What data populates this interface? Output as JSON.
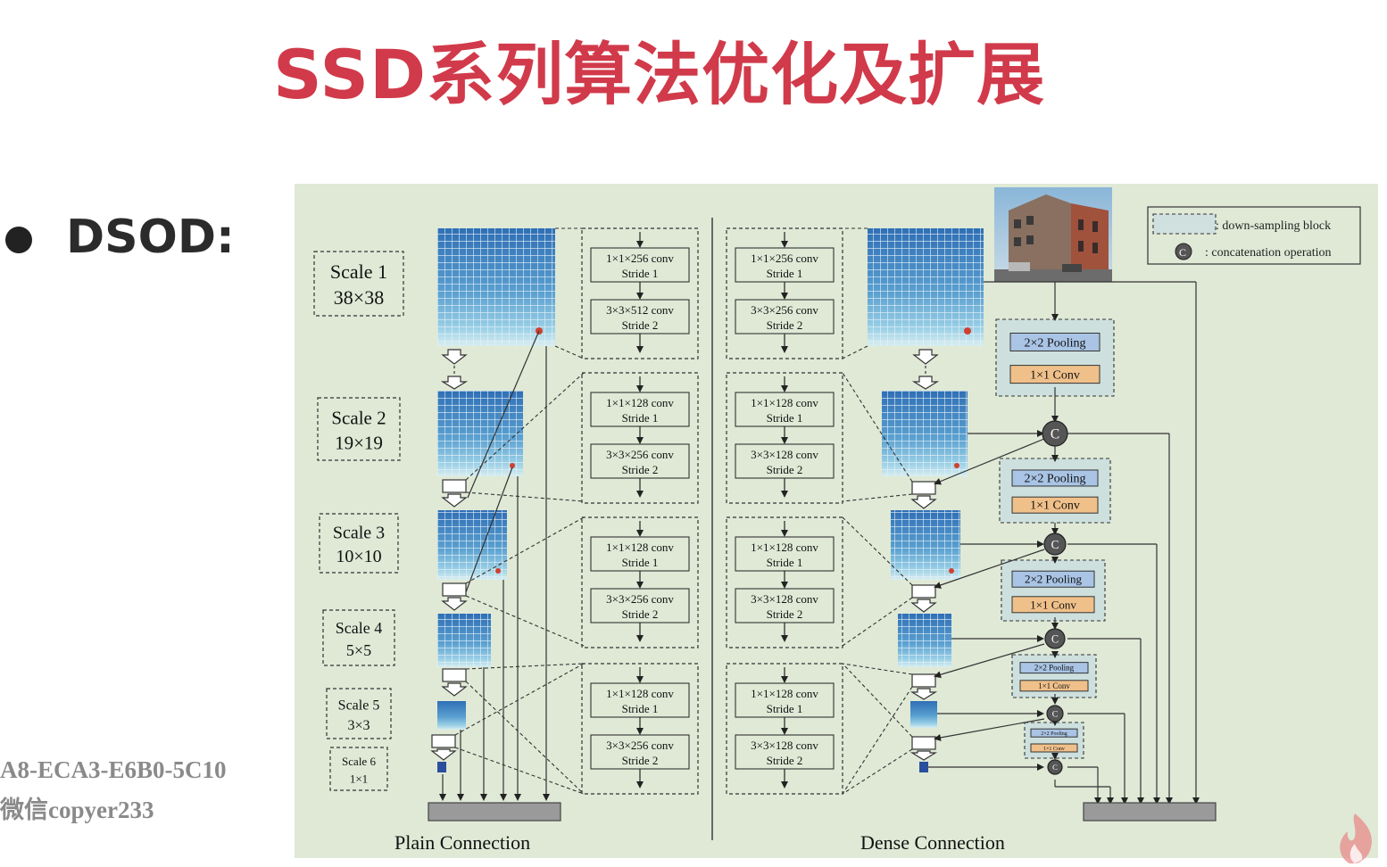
{
  "slide": {
    "title": "SSD系列算法优化及扩展",
    "bullet_label": "DSOD:",
    "watermark_line1": "A8-ECA3-E6B0-5C10",
    "watermark_line2": "微信copyer233"
  },
  "diagram": {
    "scales": [
      {
        "name": "Scale 1",
        "size": "38×38"
      },
      {
        "name": "Scale 2",
        "size": "19×19"
      },
      {
        "name": "Scale 3",
        "size": "10×10"
      },
      {
        "name": "Scale 4",
        "size": "5×5"
      },
      {
        "name": "Scale 5",
        "size": "3×3"
      },
      {
        "name": "Scale 6",
        "size": "1×1"
      }
    ],
    "plain_blocks": [
      {
        "a1": "1×1×256 conv",
        "a2": "Stride 1",
        "b1": "3×3×512 conv",
        "b2": "Stride 2"
      },
      {
        "a1": "1×1×128 conv",
        "a2": "Stride 1",
        "b1": "3×3×256 conv",
        "b2": "Stride 2"
      },
      {
        "a1": "1×1×128 conv",
        "a2": "Stride 1",
        "b1": "3×3×256 conv",
        "b2": "Stride 2"
      },
      {
        "a1": "1×1×128 conv",
        "a2": "Stride 1",
        "b1": "3×3×256 conv",
        "b2": "Stride 2"
      }
    ],
    "dense_blocks": [
      {
        "a1": "1×1×256 conv",
        "a2": "Stride 1",
        "b1": "3×3×256 conv",
        "b2": "Stride 2"
      },
      {
        "a1": "1×1×128 conv",
        "a2": "Stride 1",
        "b1": "3×3×128 conv",
        "b2": "Stride 2"
      },
      {
        "a1": "1×1×128 conv",
        "a2": "Stride 1",
        "b1": "3×3×128 conv",
        "b2": "Stride 2"
      },
      {
        "a1": "1×1×128 conv",
        "a2": "Stride 1",
        "b1": "3×3×128 conv",
        "b2": "Stride 2"
      }
    ],
    "pool_label": "2×2 Pooling",
    "conv_label": "1×1 Conv",
    "concat_symbol": "C",
    "legend_block": ": down-sampling block",
    "legend_concat": ": concatenation operation",
    "plain_caption": "Plain Connection",
    "dense_caption": "Dense Connection"
  }
}
